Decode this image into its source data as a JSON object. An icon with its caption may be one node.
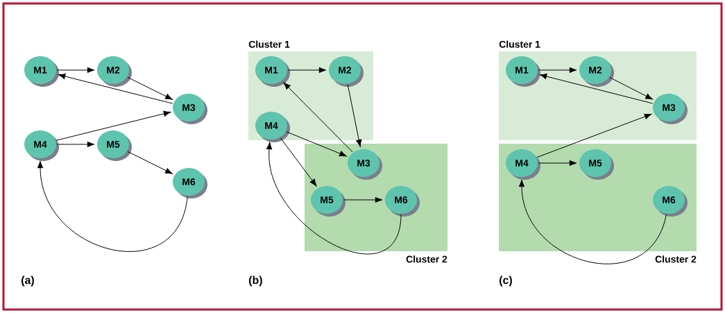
{
  "diagram": {
    "nodes": [
      {
        "text": [
          "M1"
        ]
      },
      {
        "text": [
          "M2"
        ]
      },
      {
        "text": [
          "M3"
        ]
      },
      {
        "text": [
          "M4"
        ]
      },
      {
        "text": [
          "M5"
        ]
      },
      {
        "text": [
          "M6"
        ]
      },
      {
        "text": [
          "Cluster 1"
        ]
      },
      {
        "text": [
          "M1"
        ],
        "in": 6
      },
      {
        "text": [
          "M2"
        ],
        "in": 6
      },
      {
        "text": [
          "M4"
        ],
        "in": 6
      },
      {
        "text": [
          "Cluster 2"
        ]
      },
      {
        "text": [
          "M3"
        ],
        "in": 10
      },
      {
        "text": [
          "M5"
        ],
        "in": 10
      },
      {
        "text": [
          "M6"
        ],
        "in": 10
      },
      {
        "text": [
          "Cluster 1"
        ]
      },
      {
        "text": [
          "M1"
        ],
        "in": 14
      },
      {
        "text": [
          "M2"
        ],
        "in": 14
      },
      {
        "text": [
          "M3"
        ],
        "in": 14
      },
      {
        "text": [
          "Cluster 2"
        ]
      },
      {
        "text": [
          "M4"
        ],
        "in": 18
      },
      {
        "text": [
          "M5"
        ],
        "in": 18
      },
      {
        "text": [
          "M6"
        ],
        "in": 18
      }
    ],
    "edges": [
      {
        "from": 0,
        "to": 1,
        "arrow": "to"
      },
      {
        "from": 1,
        "to": 2,
        "arrow": "to"
      },
      {
        "from": 2,
        "to": 0,
        "arrow": "to"
      },
      {
        "from": 3,
        "to": 2,
        "arrow": "to"
      },
      {
        "from": 3,
        "to": 4,
        "arrow": "to"
      },
      {
        "from": 4,
        "to": 5,
        "arrow": "to"
      },
      {
        "from": 5,
        "to": 3,
        "arrow": "to"
      },
      {
        "from": 7,
        "to": 8,
        "arrow": "to"
      },
      {
        "from": 8,
        "to": 11,
        "arrow": "to"
      },
      {
        "from": 11,
        "to": 7,
        "arrow": "to"
      },
      {
        "from": 9,
        "to": 11,
        "arrow": "to"
      },
      {
        "from": 9,
        "to": 12,
        "arrow": "to"
      },
      {
        "from": 12,
        "to": 13,
        "arrow": "to"
      },
      {
        "from": 13,
        "to": 9,
        "arrow": "to"
      },
      {
        "from": 15,
        "to": 16,
        "arrow": "to"
      },
      {
        "from": 16,
        "to": 17,
        "arrow": "to"
      },
      {
        "from": 17,
        "to": 15,
        "arrow": "to"
      },
      {
        "from": 19,
        "to": 17,
        "arrow": "to"
      },
      {
        "from": 19,
        "to": 20,
        "arrow": "to"
      },
      {
        "from": 21,
        "to": 19,
        "arrow": "to"
      }
    ],
    "labels": [
      "(a)",
      "(b)",
      "(c)"
    ]
  }
}
